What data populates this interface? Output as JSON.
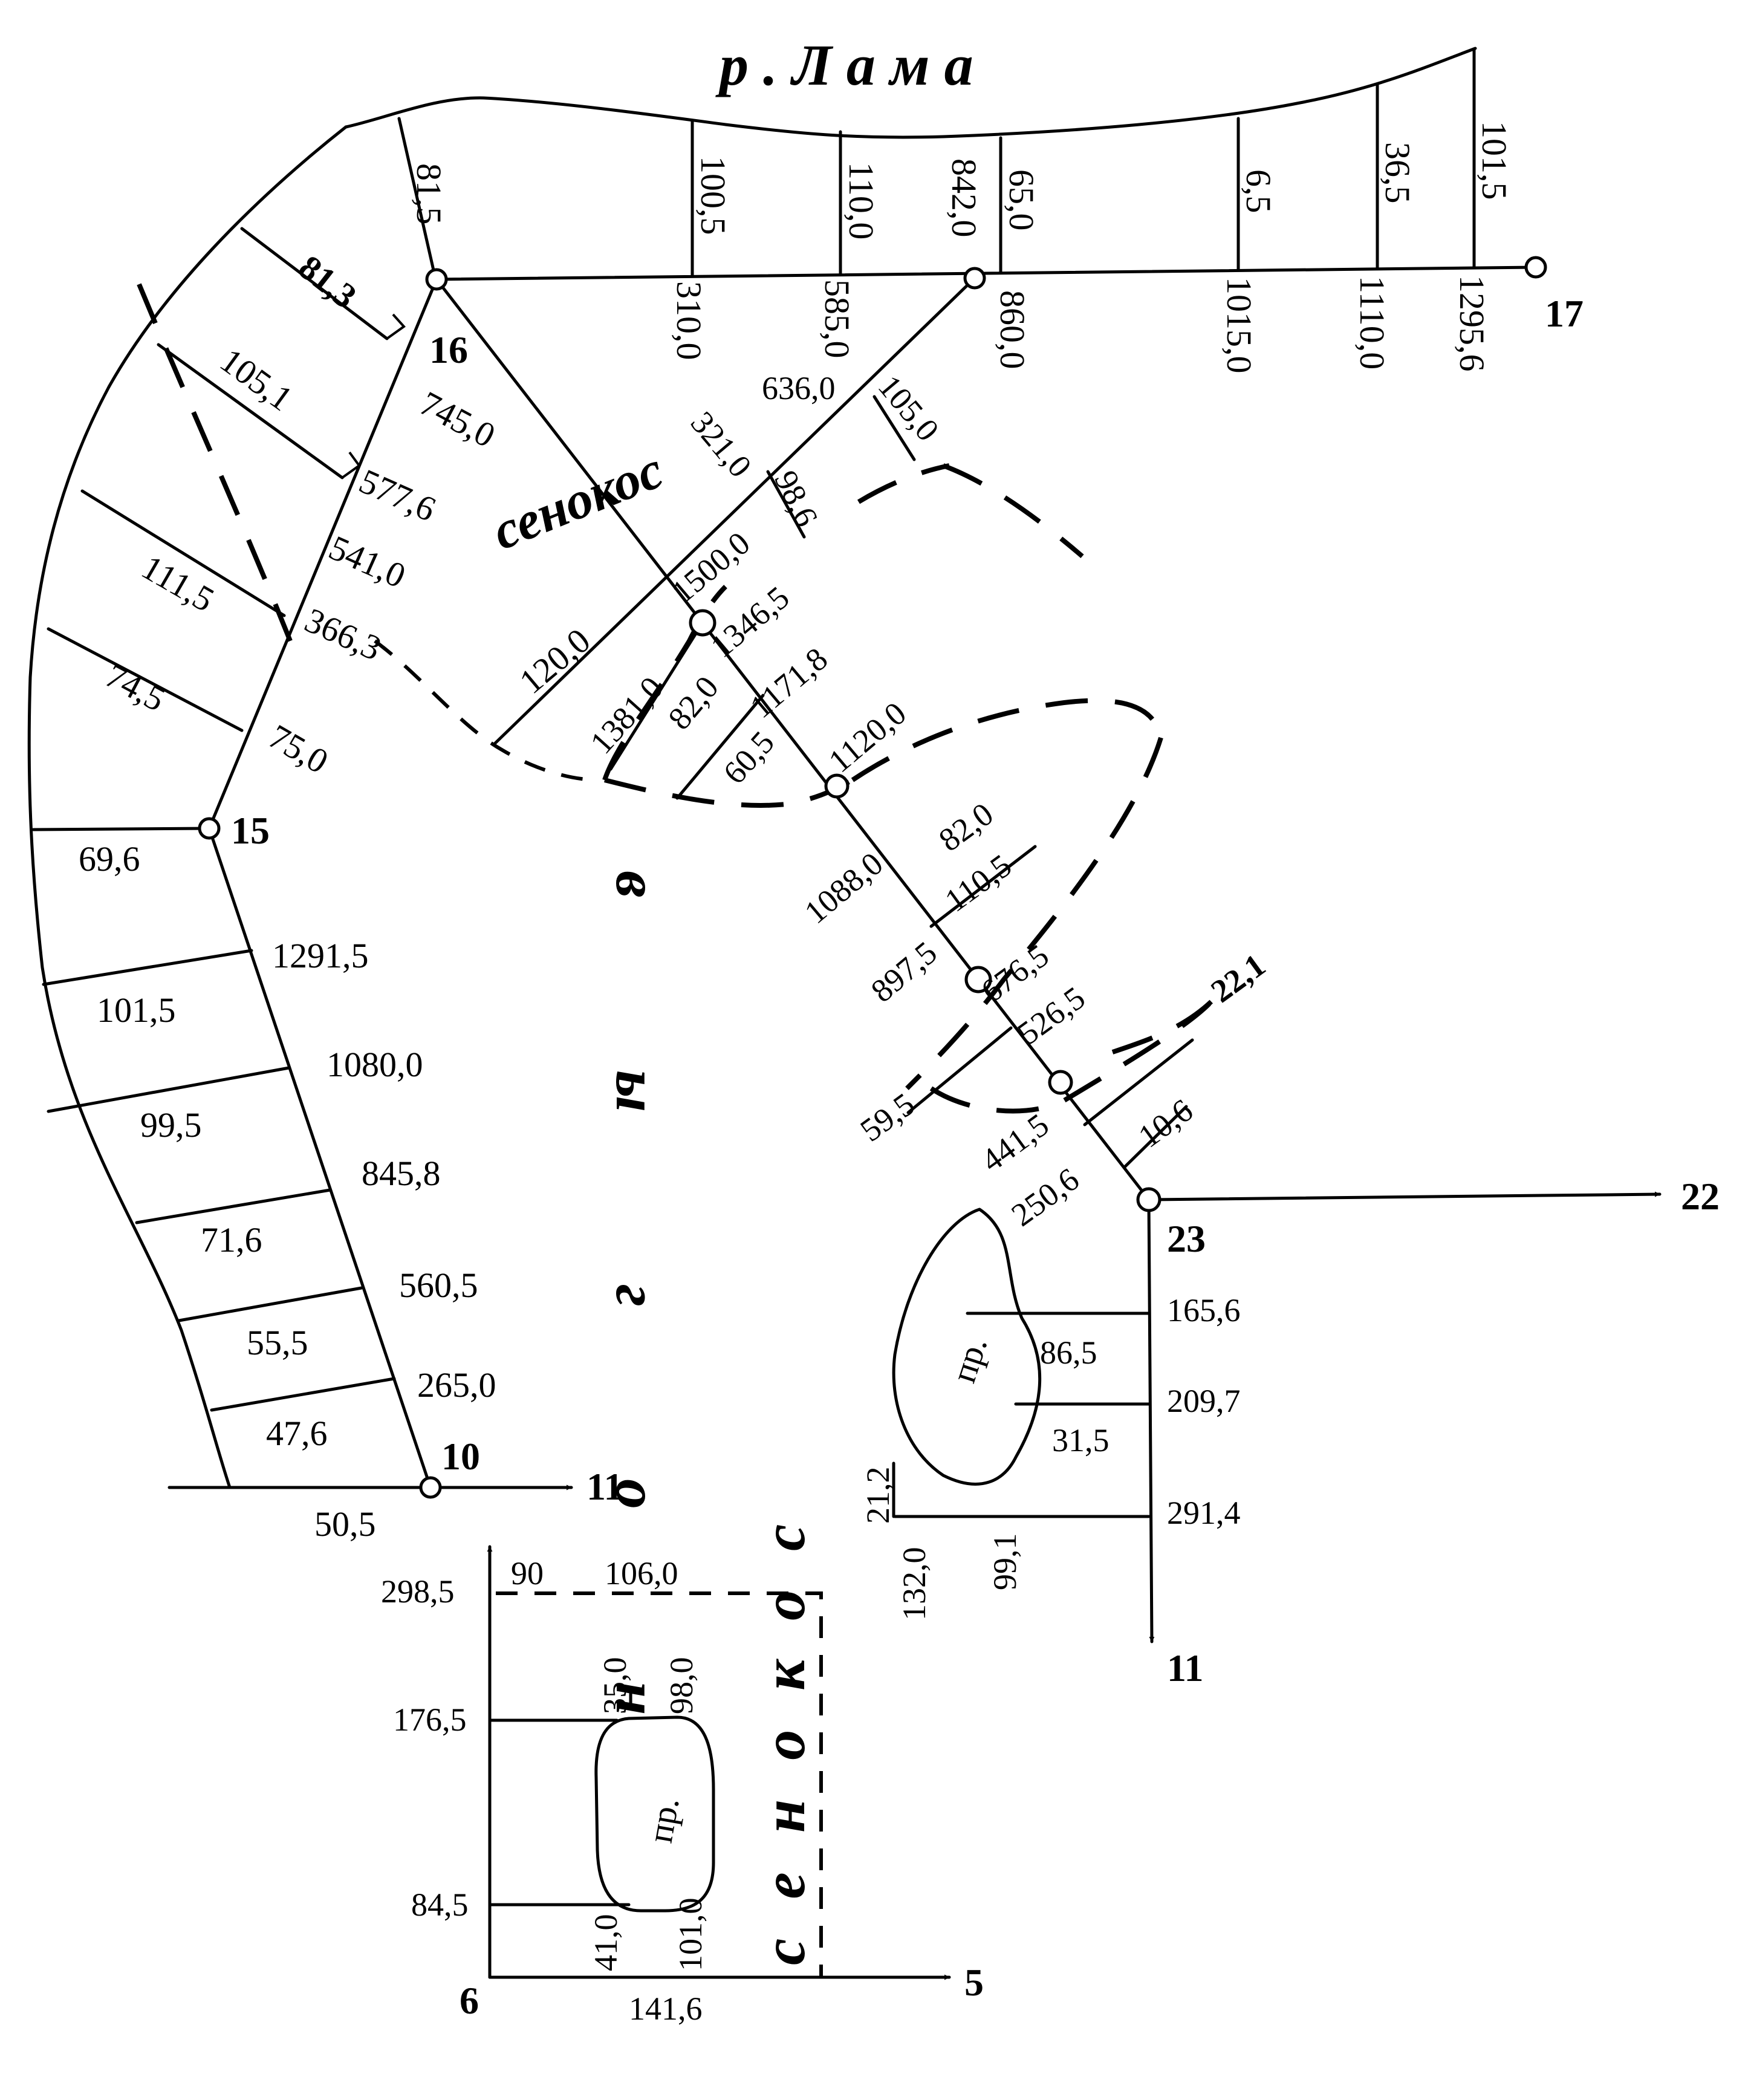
{
  "river": "р . Л а м а",
  "labels": {
    "hayfield_top": "сенокос",
    "hayfield_bottom": "с е н о к о с",
    "pasture": "в ы г о н",
    "road1": "пр.",
    "road2": "пр."
  },
  "stations": {
    "s16": "16",
    "s17": "17",
    "s15": "15",
    "s10": "10",
    "s11a": "11",
    "s22": "22",
    "s23": "23",
    "s11b": "11",
    "s6": "6",
    "s5": "5"
  },
  "river_offsets": [
    "81,5",
    "100,5",
    "110,0",
    "842,0",
    "65,0",
    "6,5",
    "36,5",
    "101,5"
  ],
  "line16_17_chainages": [
    "310,0",
    "585,0",
    "860,0",
    "1015,0",
    "1110,0",
    "1295,6"
  ],
  "left_offsets": [
    "81,3",
    "105,1",
    "111,5",
    "74,5",
    "69,6",
    "101,5",
    "99,5",
    "71,6",
    "55,5",
    "47,6",
    "50,5"
  ],
  "line15_16": [
    "745,0",
    "577,6",
    "541,0",
    "366,3",
    "75,0"
  ],
  "line10_15": [
    "1291,5",
    "1080,0",
    "845,8",
    "560,5",
    "265,0"
  ],
  "diag_line": [
    "636,0",
    "105,0",
    "321,0",
    "98,6",
    "1500,0",
    "120,0"
  ],
  "center_values": [
    "1346,5",
    "1381,0",
    "82,0",
    "1171,8",
    "60,5",
    "1120,0"
  ],
  "line23": [
    "1088,0",
    "82,0",
    "110,5",
    "897,5",
    "676,5",
    "526,5",
    "22,1",
    "59,5",
    "441,5",
    "250,6",
    "10,6"
  ],
  "road1_values": [
    "165,6",
    "86,5",
    "209,7",
    "31,5",
    "291,4",
    "21,2",
    "132,0",
    "99,1"
  ],
  "road2_values": [
    "298,5",
    "90",
    "106,0",
    "176,5",
    "35,0",
    "98,0",
    "84,5",
    "41,0",
    "101,0",
    "141,6"
  ]
}
